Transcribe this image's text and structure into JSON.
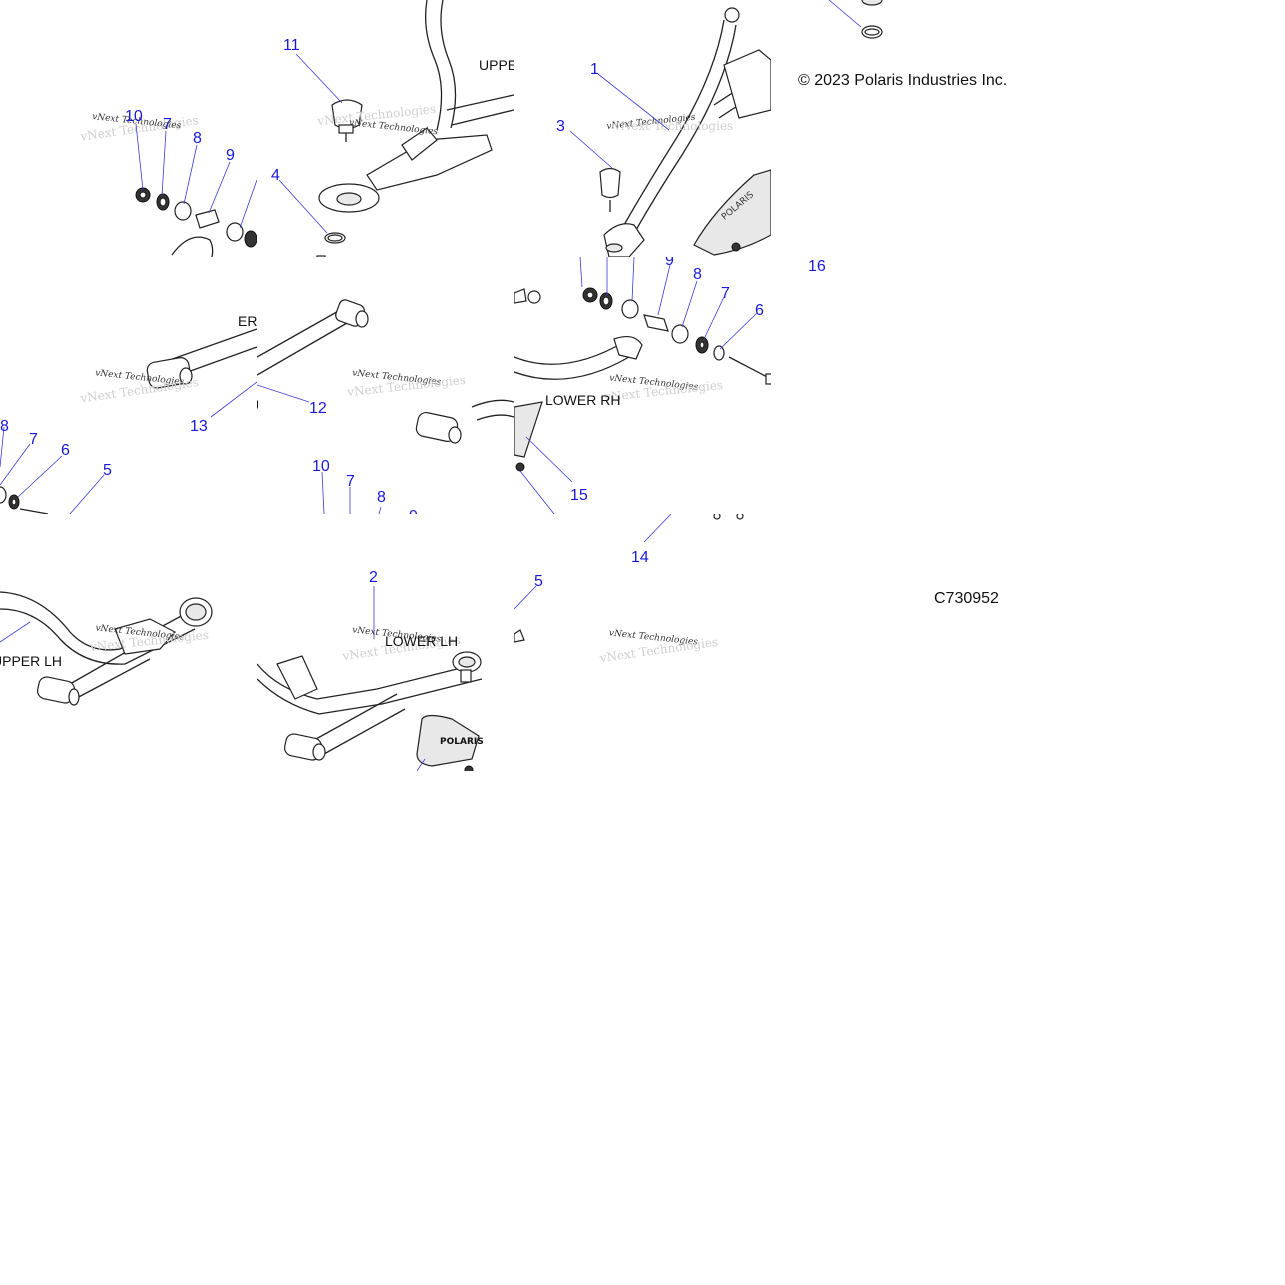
{
  "copyright": "© 2023 Polaris Industries Inc.",
  "illustration_code": "C730952",
  "watermark": "vNext Technologies",
  "arm_labels": {
    "upper_rh_partial": "UPPE",
    "lower_rh_partial_a": "ER RH",
    "upper_partial_b": "U",
    "lower_rh": "LOWER RH",
    "upper_lh_partial": "UPPER LH",
    "lower_lh": "LOWER LH"
  },
  "callouts": {
    "c1": "1",
    "c2": "2",
    "c3": "3",
    "c4": "4",
    "c5": "5",
    "c6": "6",
    "c7": "7",
    "c8": "8",
    "c9": "9",
    "c10": "10",
    "c11": "11",
    "c12": "12",
    "c13": "13",
    "c14": "14",
    "c15": "15",
    "c16": "16"
  },
  "colors": {
    "callout": "#1a1ad6",
    "leader": "#3a3ad8",
    "linework": "#222222"
  }
}
